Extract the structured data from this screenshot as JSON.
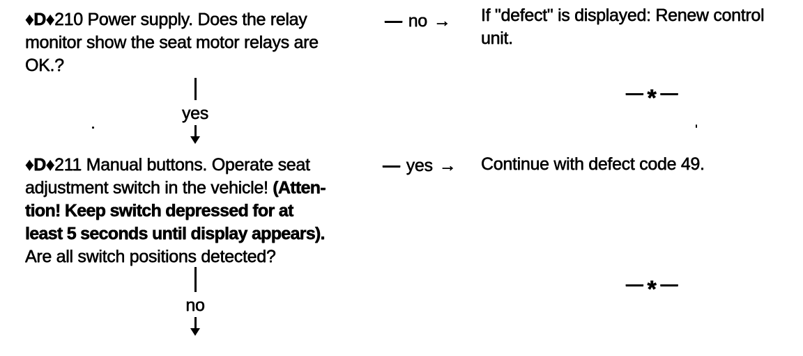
{
  "colors": {
    "ink": "#000000",
    "paper": "#ffffff"
  },
  "flow": {
    "step1": {
      "marker": "♦D♦",
      "line1": "210 Power supply. Does the relay",
      "line2": "monitor show the seat motor relays are",
      "line3": "OK.?",
      "connector_label": "yes"
    },
    "branch1": {
      "dash": "—",
      "label": "no",
      "arrow": "→"
    },
    "result1": {
      "line1": "If \"defect\" is displayed: Renew control",
      "line2": "unit."
    },
    "step2": {
      "marker": "♦D♦",
      "line1": "211 Manual buttons. Operate seat",
      "line2_plain": "adjustment switch in the vehicle! ",
      "line2_bold": "(Atten-",
      "line3_bold": "tion! Keep switch depressed for at",
      "line4_bold": "least 5 seconds until display appears).",
      "line5": "Are all switch positions detected?",
      "connector_label": "no"
    },
    "branch2": {
      "dash": "—",
      "label": "yes",
      "arrow": "→"
    },
    "result2": {
      "line1": "Continue with defect code 49."
    },
    "separator": {
      "dash_left": "—",
      "star": "*",
      "dash_right": "—"
    }
  }
}
